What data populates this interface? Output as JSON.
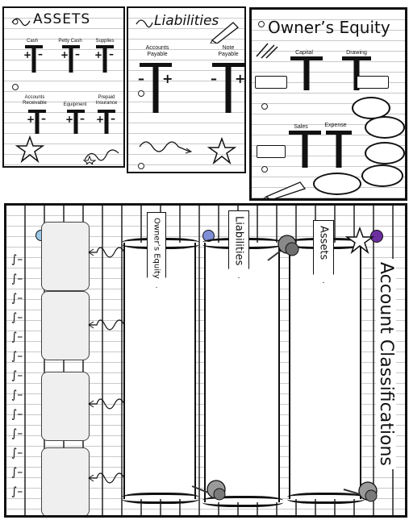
{
  "colors": {
    "ink": "#111111",
    "rule": "#c9c9c9",
    "card": "#efefef",
    "pin_blue": "#7f8fd6",
    "pin_purple": "#6b2fa0",
    "pin_gray": "#8a8a8a"
  },
  "assets_panel": {
    "title": "ASSETS",
    "accounts": [
      {
        "name": "Cash",
        "debit": "+",
        "credit": "–"
      },
      {
        "name": "Petty Cash",
        "debit": "+",
        "credit": "–"
      },
      {
        "name": "Supplies",
        "debit": "+",
        "credit": "–"
      },
      {
        "name": "Accounts Receivable",
        "debit": "+",
        "credit": "–"
      },
      {
        "name": "Equipment",
        "debit": "+",
        "credit": "–"
      },
      {
        "name": "Prepaid Insurance",
        "debit": "+",
        "credit": "–"
      }
    ]
  },
  "liabilities_panel": {
    "title": "Liabilities",
    "accounts": [
      {
        "name": "Accounts Payable",
        "debit": "–",
        "credit": "+"
      },
      {
        "name": "Note Payable",
        "debit": "–",
        "credit": "+"
      }
    ]
  },
  "equity_panel": {
    "title": "Owner’s Equity",
    "accounts": [
      {
        "name": "Capital"
      },
      {
        "name": "Drawing"
      },
      {
        "name": "Sales"
      },
      {
        "name": "Expense"
      }
    ]
  },
  "classification_board": {
    "title": "Account Classifications",
    "columns": [
      {
        "label": "Owner’s Equity"
      },
      {
        "label": "Liabilities"
      },
      {
        "label": "Assets"
      }
    ],
    "card_count": 4,
    "icons": [
      "spiral-binding-icon",
      "push-pin-icon",
      "star-icon",
      "pencil-icon",
      "squiggle-arrow-icon"
    ]
  }
}
